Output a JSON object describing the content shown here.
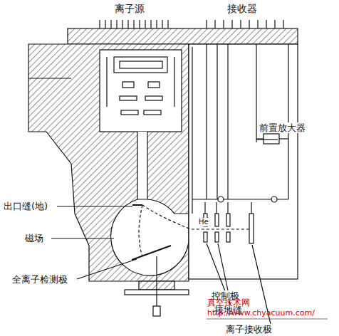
{
  "diagram": {
    "labels": [
      "离子源",
      "接收器",
      "前置放大器",
      "出口缝(地)",
      "磁场",
      "He",
      "全离子检测极",
      "控制极",
      "接地缝",
      "离子接收极",
      "真空技术网",
      "http://www.chyacuum.com/"
    ]
  }
}
